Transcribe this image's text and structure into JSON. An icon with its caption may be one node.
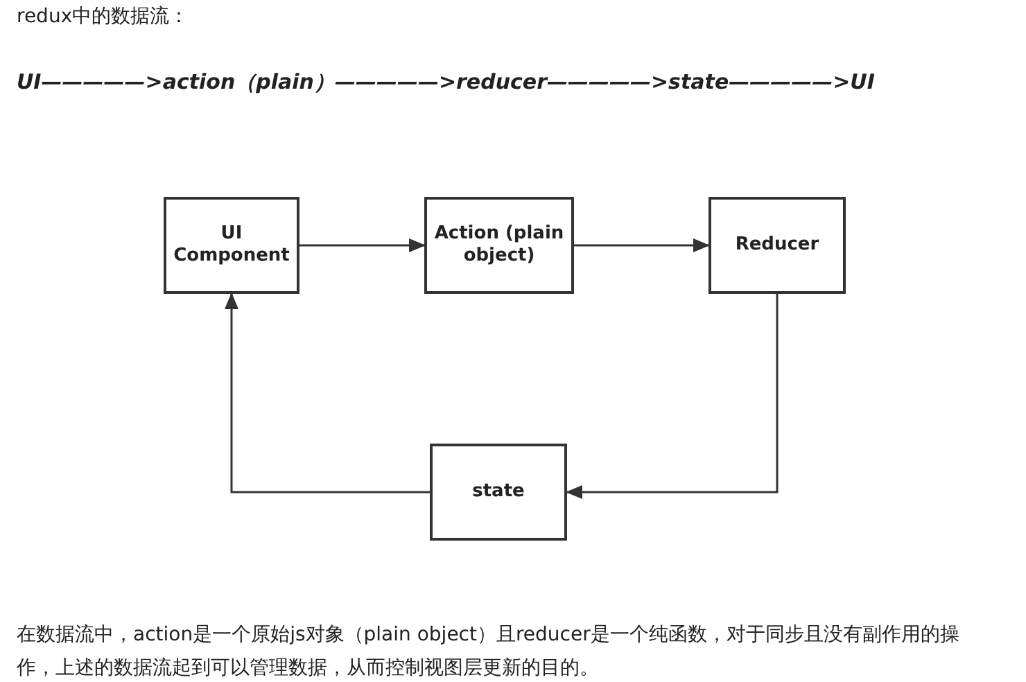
{
  "diagram": {
    "title": "redux中的数据流：",
    "nodes": [
      {
        "text": [
          "UI Component"
        ]
      },
      {
        "text": [
          "Action (plain object)"
        ]
      },
      {
        "text": [
          "Reducer"
        ]
      },
      {
        "text": [
          "state"
        ]
      }
    ],
    "edges": [
      {
        "from": 0,
        "to": 1,
        "arrow": "to"
      },
      {
        "from": 1,
        "to": 2,
        "arrow": "to"
      },
      {
        "from": 2,
        "to": 3,
        "arrow": "to"
      },
      {
        "from": 3,
        "to": 0,
        "arrow": "to"
      }
    ],
    "labels": [
      "UI—————>action（plain）—————>reducer—————>state—————>UI",
      "在数据流中，action是一个原始js对象（plain object）且reducer是一个纯函数，对于同步且没有副作用的操作，上述的数据流起到可以管理数据，从而控制视图层更新的目的。"
    ]
  }
}
